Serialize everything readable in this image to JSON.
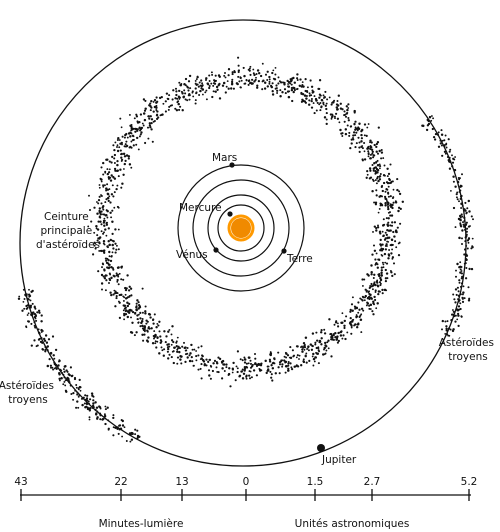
{
  "labels": {
    "mars": "Mars",
    "mercury": "Mercure",
    "venus": "Vénus",
    "earth": "Terre",
    "jupiter": "Jupiter",
    "main_belt": [
      "Ceinture",
      "principale",
      "d'astéroïdes"
    ],
    "trojans_left": [
      "Astéroïdes",
      "troyens"
    ],
    "trojans_right": [
      "Astéroïdes",
      "troyens"
    ]
  },
  "scale": {
    "left_ticks": [
      "43",
      "22",
      "13",
      "0"
    ],
    "right_ticks": [
      "1.5",
      "2.7",
      "5.2"
    ],
    "left_title": "Minutes-lumière",
    "right_title": "Unités astronomiques"
  },
  "colors": {
    "sun": "#f08a00",
    "sun_outline": "#ff9900",
    "ink": "#111111"
  }
}
